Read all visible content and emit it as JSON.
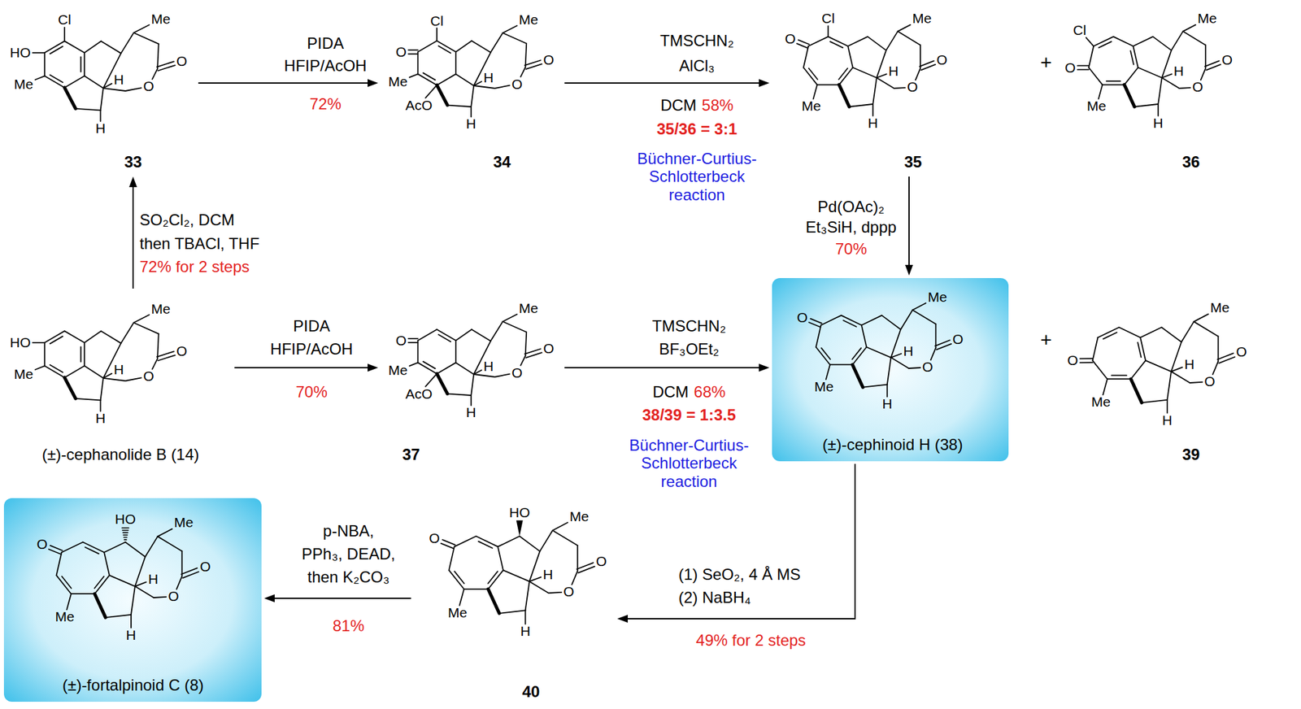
{
  "diagram": {
    "nodes": [
      {
        "text": [
          "33",
          "Cl",
          "HO",
          "Me",
          "Me",
          "O",
          "O",
          "H",
          "H"
        ]
      },
      {
        "text": [
          "34",
          "Cl",
          "O",
          "Me",
          "AcO",
          "Me",
          "O",
          "O",
          "H",
          "H"
        ]
      },
      {
        "text": [
          "35",
          "Cl",
          "O",
          "Me",
          "Me",
          "O",
          "O",
          "H",
          "H"
        ]
      },
      {
        "text": [
          "36",
          "Cl",
          "O",
          "Me",
          "Me",
          "O",
          "O",
          "H",
          "H"
        ]
      },
      {
        "text": [
          "(±)-cephanolide B (14)",
          "HO",
          "Me",
          "Me",
          "O",
          "O",
          "H",
          "H"
        ]
      },
      {
        "text": [
          "37",
          "O",
          "Me",
          "AcO",
          "Me",
          "O",
          "O",
          "H",
          "H"
        ]
      },
      {
        "text": [
          "(±)-cephinoid H (38)",
          "O",
          "Me",
          "Me",
          "O",
          "O",
          "H",
          "H"
        ]
      },
      {
        "text": [
          "39",
          "O",
          "Me",
          "Me",
          "O",
          "O",
          "H",
          "H"
        ]
      },
      {
        "text": [
          "(±)-fortalpinoid C (8)",
          "HO",
          "O",
          "Me",
          "Me",
          "O",
          "O",
          "H",
          "H"
        ]
      },
      {
        "text": [
          "40",
          "HO",
          "O",
          "Me",
          "Me",
          "O",
          "O",
          "H",
          "H"
        ]
      }
    ],
    "edges": [
      {
        "from": 0,
        "to": 1,
        "arrow": "to"
      },
      {
        "from": 1,
        "to": 2,
        "arrow": "to"
      },
      {
        "from": 4,
        "to": 0,
        "arrow": "to"
      },
      {
        "from": 4,
        "to": 5,
        "arrow": "to"
      },
      {
        "from": 5,
        "to": 6,
        "arrow": "to"
      },
      {
        "from": 2,
        "to": 6,
        "arrow": "to"
      },
      {
        "from": 6,
        "to": 9,
        "arrow": "to"
      },
      {
        "from": 9,
        "to": 8,
        "arrow": "to"
      }
    ],
    "labels": [
      "PIDA",
      "HFIP/AcOH",
      "72%",
      "TMSCHN₂",
      "AlCl₃",
      "DCM",
      "58%",
      "35/36 = 3:1",
      "Büchner-Curtius- Schlotterbeck reaction",
      "SO₂Cl₂, DCM",
      "then TBACl, THF",
      "72% for 2 steps",
      "Pd(OAc)₂",
      "Et₃SiH, dppp",
      "70%",
      "PIDA",
      "HFIP/AcOH",
      "70%",
      "TMSCHN₂",
      "BF₃OEt₂",
      "DCM",
      "68%",
      "38/39 = 1:3.5",
      "Büchner-Curtius- Schlotterbeck reaction",
      "(1) SeO₂, 4 Å MS",
      "(2) NaBH₄",
      "49% for 2 steps",
      "p-NBA,",
      "PPh₃, DEAD,",
      "then K₂CO₃",
      "81%",
      "+",
      "+"
    ]
  }
}
